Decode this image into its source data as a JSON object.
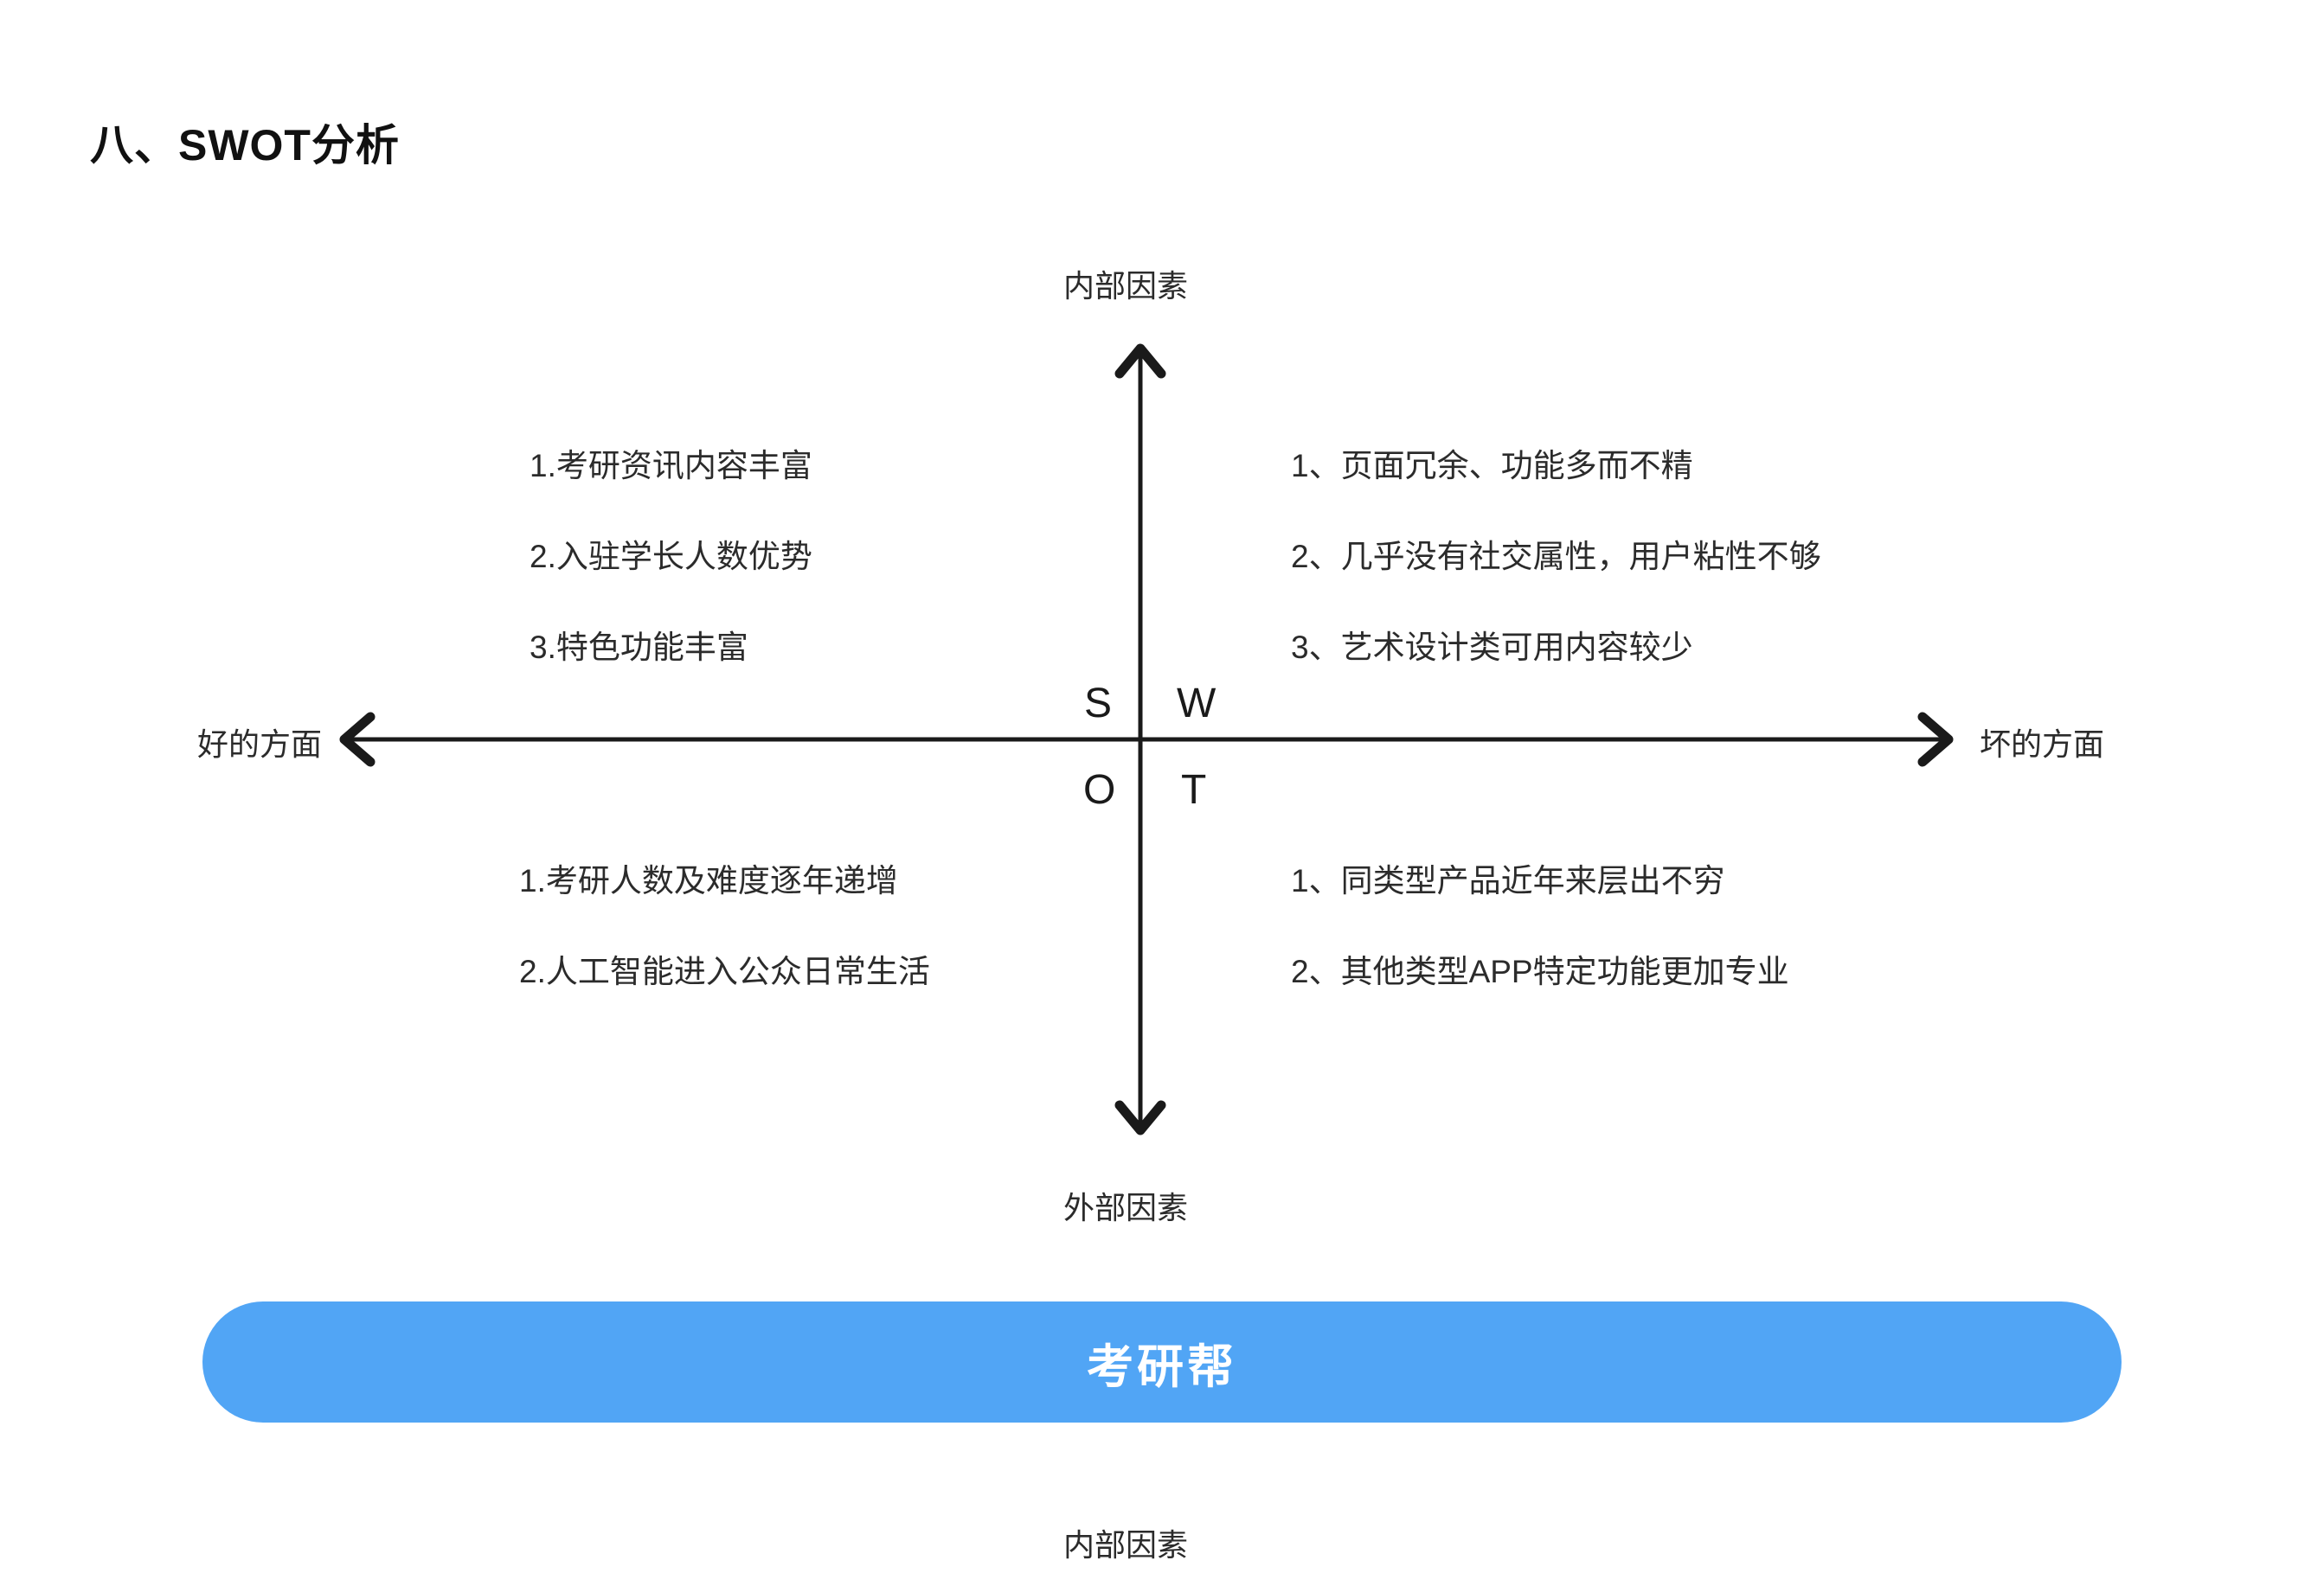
{
  "page": {
    "title": "八、SWOT分析",
    "background_color": "#ffffff"
  },
  "diagram": {
    "type": "swot-matrix",
    "axes": {
      "top_label": "内部因素",
      "bottom_label": "外部因素",
      "left_label": "好的方面",
      "right_label": "坏的方面",
      "axis_color": "#1a1a1a"
    },
    "letters": {
      "s": "S",
      "w": "W",
      "o": "O",
      "t": "T"
    },
    "quadrants": {
      "strengths": {
        "letter": "S",
        "position": "top-left",
        "items": [
          "1.考研资讯内容丰富",
          "2.入驻学长人数优势",
          "3.特色功能丰富"
        ]
      },
      "weaknesses": {
        "letter": "W",
        "position": "top-right",
        "items": [
          "1、页面冗余、功能多而不精",
          "2、几乎没有社交属性，用户粘性不够",
          "3、艺术设计类可用内容较少"
        ]
      },
      "opportunities": {
        "letter": "O",
        "position": "bottom-left",
        "items": [
          "1.考研人数及难度逐年递增",
          "2.人工智能进入公众日常生活"
        ]
      },
      "threats": {
        "letter": "T",
        "position": "bottom-right",
        "items": [
          "1、同类型产品近年来层出不穷",
          "2、其他类型APP特定功能更加专业"
        ]
      }
    }
  },
  "brand_button": {
    "label": "考研帮",
    "background_color": "#51a5f5",
    "text_color": "#ffffff"
  },
  "footer": {
    "label": "内部因素"
  }
}
